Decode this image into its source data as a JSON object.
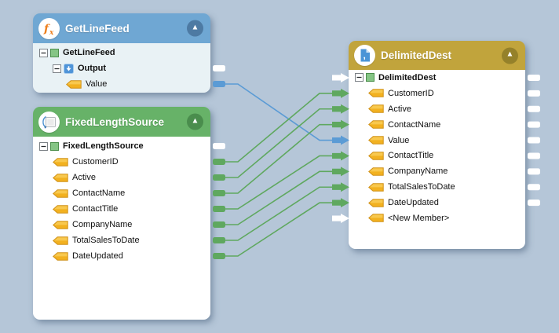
{
  "canvas": {
    "background": "#b5c6d8"
  },
  "icons": {
    "collapse_glyph": "▲"
  },
  "colors": {
    "green": "#5fa85f",
    "blue": "#5b9bd5",
    "white": "#ffffff"
  },
  "components": [
    {
      "id": "GetLineFeed",
      "title": "GetLineFeed",
      "type_icon": "function-icon",
      "colors": {
        "header": "#6fa7d3",
        "header_accent": "#4d7aa3",
        "body": "#e9f2f5"
      },
      "rows": [
        {
          "icons": [
            "minus",
            "square"
          ],
          "label": "GetLineFeed",
          "bold": true,
          "indent": 0,
          "out": null,
          "in": null
        },
        {
          "icons": [
            "minus",
            "node"
          ],
          "label": "Output",
          "bold": true,
          "indent": 1,
          "out": "white",
          "in": null
        },
        {
          "icons": [
            "tag"
          ],
          "label": "Value",
          "bold": false,
          "indent": 2,
          "out": "blue",
          "in": null
        }
      ]
    },
    {
      "id": "FixedLengthSource",
      "title": "FixedLengthSource",
      "type_icon": "fixed-length-file-icon",
      "colors": {
        "header": "#67b268",
        "header_accent": "#4a8d4d",
        "body": "#ffffff"
      },
      "rows": [
        {
          "icons": [
            "minus",
            "square"
          ],
          "label": "FixedLengthSource",
          "bold": true,
          "indent": 0,
          "out": "white",
          "in": null
        },
        {
          "icons": [
            "tag"
          ],
          "label": "CustomerID",
          "bold": false,
          "indent": 1,
          "out": "green",
          "in": null
        },
        {
          "icons": [
            "tag"
          ],
          "label": "Active",
          "bold": false,
          "indent": 1,
          "out": "green",
          "in": null
        },
        {
          "icons": [
            "tag"
          ],
          "label": "ContactName",
          "bold": false,
          "indent": 1,
          "out": "green",
          "in": null
        },
        {
          "icons": [
            "tag"
          ],
          "label": "ContactTitle",
          "bold": false,
          "indent": 1,
          "out": "green",
          "in": null
        },
        {
          "icons": [
            "tag"
          ],
          "label": "CompanyName",
          "bold": false,
          "indent": 1,
          "out": "green",
          "in": null
        },
        {
          "icons": [
            "tag"
          ],
          "label": "TotalSalesToDate",
          "bold": false,
          "indent": 1,
          "out": "green",
          "in": null
        },
        {
          "icons": [
            "tag"
          ],
          "label": "DateUpdated",
          "bold": false,
          "indent": 1,
          "out": "green",
          "in": null
        }
      ]
    },
    {
      "id": "DelimitedDest",
      "title": "DelimitedDest",
      "type_icon": "delimited-file-icon",
      "colors": {
        "header": "#c1a43c",
        "header_accent": "#95812a",
        "body": "#ffffff"
      },
      "rows": [
        {
          "icons": [
            "minus",
            "square"
          ],
          "label": "DelimitedDest",
          "bold": true,
          "indent": 0,
          "out": "white",
          "in": "white"
        },
        {
          "icons": [
            "tag"
          ],
          "label": "CustomerID",
          "bold": false,
          "indent": 1,
          "out": "white",
          "in": "green"
        },
        {
          "icons": [
            "tag"
          ],
          "label": "Active",
          "bold": false,
          "indent": 1,
          "out": "white",
          "in": "green"
        },
        {
          "icons": [
            "tag"
          ],
          "label": "ContactName",
          "bold": false,
          "indent": 1,
          "out": "white",
          "in": "green"
        },
        {
          "icons": [
            "tag"
          ],
          "label": "Value",
          "bold": false,
          "indent": 1,
          "out": "white",
          "in": "blue"
        },
        {
          "icons": [
            "tag"
          ],
          "label": "ContactTitle",
          "bold": false,
          "indent": 1,
          "out": "white",
          "in": "green"
        },
        {
          "icons": [
            "tag"
          ],
          "label": "CompanyName",
          "bold": false,
          "indent": 1,
          "out": "white",
          "in": "green"
        },
        {
          "icons": [
            "tag"
          ],
          "label": "TotalSalesToDate",
          "bold": false,
          "indent": 1,
          "out": "white",
          "in": "green"
        },
        {
          "icons": [
            "tag"
          ],
          "label": "DateUpdated",
          "bold": false,
          "indent": 1,
          "out": "white",
          "in": "green"
        },
        {
          "icons": [
            "tag"
          ],
          "label": "<New Member>",
          "bold": false,
          "indent": 1,
          "out": null,
          "in": "white"
        }
      ]
    }
  ],
  "connections": [
    {
      "from": [
        "GetLineFeed",
        "Value"
      ],
      "to": [
        "DelimitedDest",
        "Value"
      ],
      "color": "blue"
    },
    {
      "from": [
        "FixedLengthSource",
        "CustomerID"
      ],
      "to": [
        "DelimitedDest",
        "CustomerID"
      ],
      "color": "green"
    },
    {
      "from": [
        "FixedLengthSource",
        "Active"
      ],
      "to": [
        "DelimitedDest",
        "Active"
      ],
      "color": "green"
    },
    {
      "from": [
        "FixedLengthSource",
        "ContactName"
      ],
      "to": [
        "DelimitedDest",
        "ContactName"
      ],
      "color": "green"
    },
    {
      "from": [
        "FixedLengthSource",
        "ContactTitle"
      ],
      "to": [
        "DelimitedDest",
        "ContactTitle"
      ],
      "color": "green"
    },
    {
      "from": [
        "FixedLengthSource",
        "CompanyName"
      ],
      "to": [
        "DelimitedDest",
        "CompanyName"
      ],
      "color": "green"
    },
    {
      "from": [
        "FixedLengthSource",
        "TotalSalesToDate"
      ],
      "to": [
        "DelimitedDest",
        "TotalSalesToDate"
      ],
      "color": "green"
    },
    {
      "from": [
        "FixedLengthSource",
        "DateUpdated"
      ],
      "to": [
        "DelimitedDest",
        "DateUpdated"
      ],
      "color": "green"
    }
  ]
}
